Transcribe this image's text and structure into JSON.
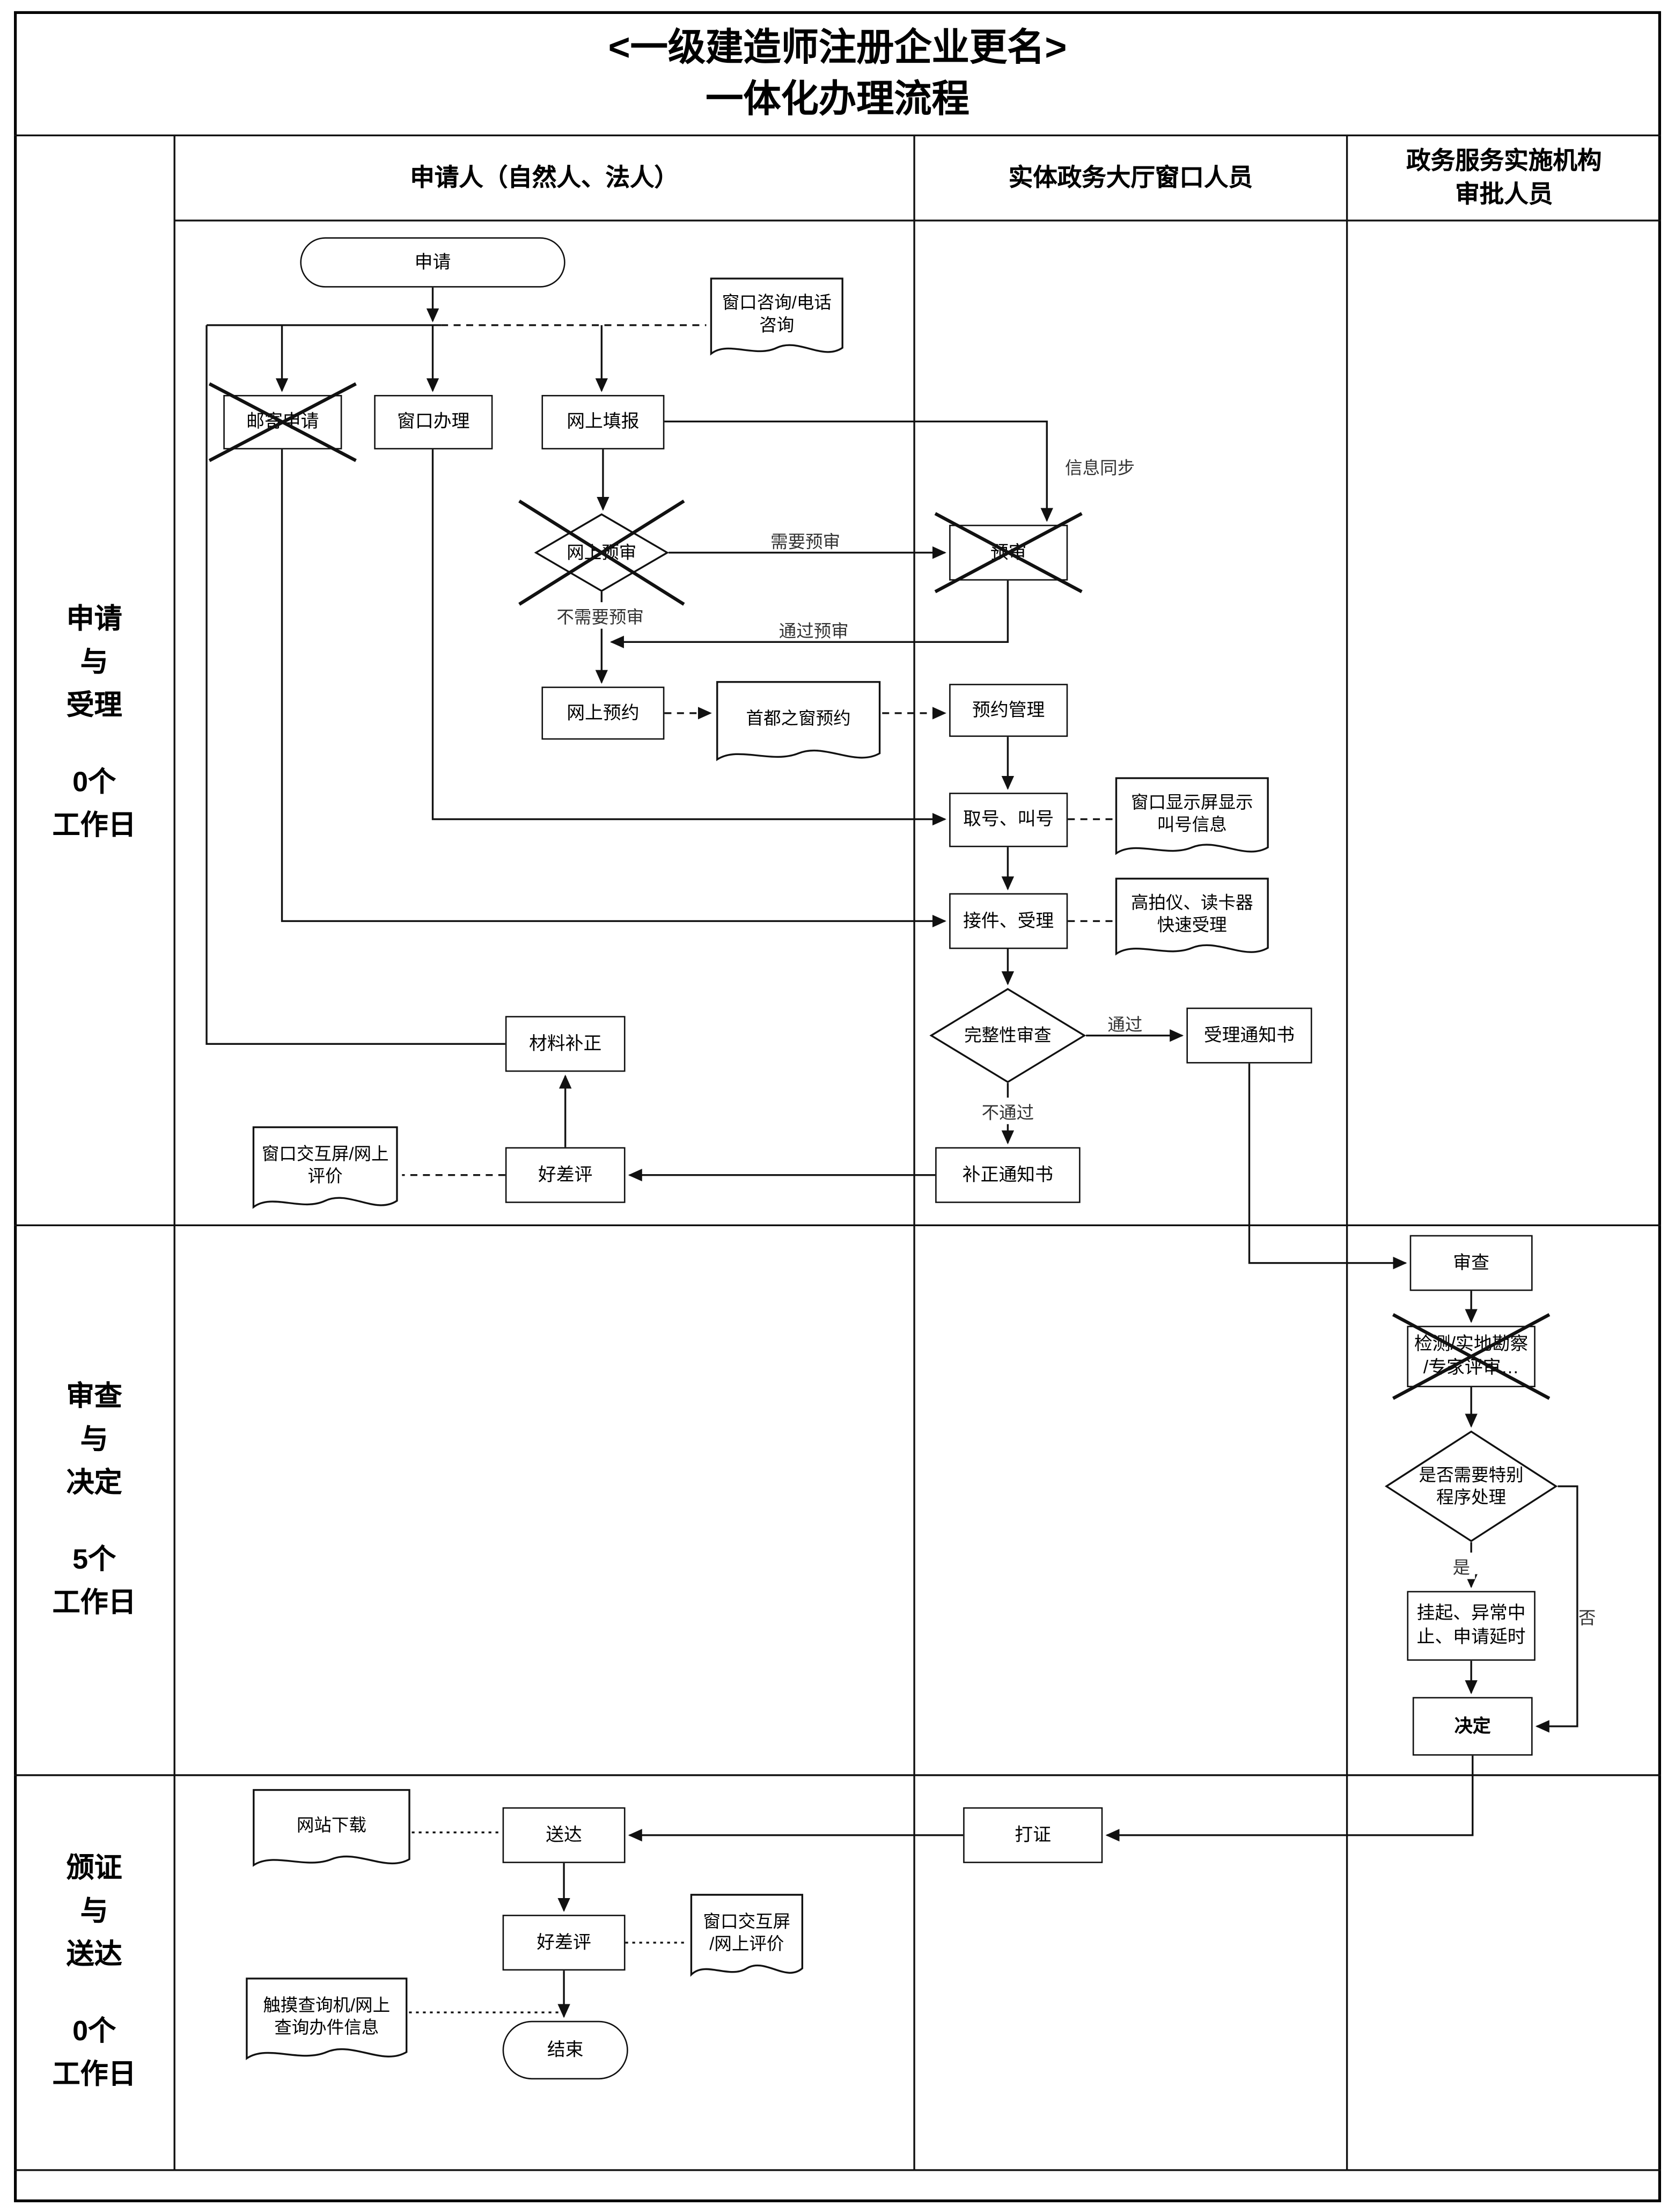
{
  "title": {
    "line1": "<一级建造师注册企业更名>",
    "line2": "一体化办理流程"
  },
  "lanes": {
    "applicant": "申请人（自然人、法人）",
    "window_staff": "实体政务大厅窗口人员",
    "approver": "政务服务实施机构\n审批人员"
  },
  "phases": {
    "p1": {
      "stage": "申请\n与\n受理",
      "duration": "0个\n工作日"
    },
    "p2": {
      "stage": "审查\n与\n决定",
      "duration": "5个\n工作日"
    },
    "p3": {
      "stage": "颁证\n与\n送达",
      "duration": "0个\n工作日"
    }
  },
  "nodes": {
    "apply": "申请",
    "consult_doc": "窗口咨询/电话\n咨询",
    "mail_apply": "邮寄申请",
    "window_handle": "窗口办理",
    "online_fill": "网上填报",
    "online_precheck": "网上预审",
    "precheck": "预审",
    "online_booking": "网上预约",
    "capital_booking_doc": "首都之窗预约",
    "booking_mgmt": "预约管理",
    "take_number": "取号、叫号",
    "display_doc": "窗口显示屏显示\n叫号信息",
    "accept": "接件、受理",
    "scanner_doc": "高拍仪、读卡器\n快速受理",
    "completeness": "完整性审查",
    "accept_notice": "受理通知书",
    "correction_notice": "补正通知书",
    "feedback1": "好差评",
    "material_correction": "材料补正",
    "eval_doc1": "窗口交互屏/网上\n评价",
    "review": "审查",
    "inspection": "检测/实地勘察\n/专家评审…",
    "special_check": "是否需要特别\n程序处理",
    "suspend": "挂起、异常中\n止、申请延时",
    "decision": "决定",
    "website_doc": "网站下载",
    "deliver": "送达",
    "print_cert": "打证",
    "feedback2": "好差评",
    "eval_doc2": "窗口交互屏\n/网上评价",
    "query_doc": "触摸查询机/网上\n查询办件信息",
    "end": "结束"
  },
  "edge_labels": {
    "info_sync": "信息同步",
    "need_precheck": "需要预审",
    "no_precheck": "不需要预审",
    "pass_precheck": "通过预审",
    "pass": "通过",
    "fail": "不通过",
    "yes": "是",
    "no": "否"
  },
  "colors": {
    "line": "#111111",
    "background": "#ffffff"
  }
}
